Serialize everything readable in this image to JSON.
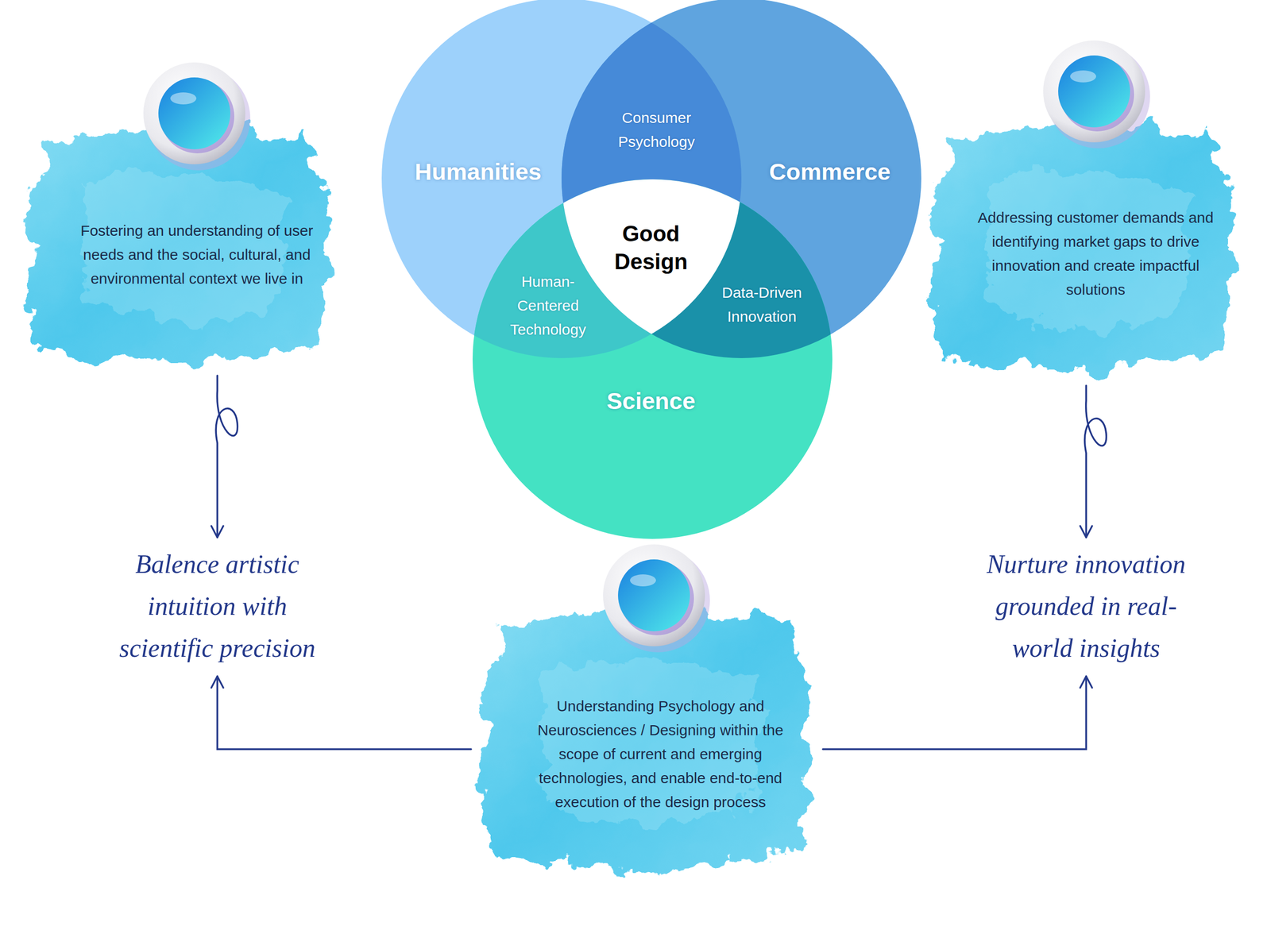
{
  "diagram": {
    "nodes": [
      {
        "text": [
          "Humanities"
        ]
      },
      {
        "text": [
          "Consumer Psychology"
        ]
      },
      {
        "text": [
          "Commerce"
        ]
      },
      {
        "text": [
          "Good Design"
        ]
      },
      {
        "text": [
          "Human-Centered Technology"
        ]
      },
      {
        "text": [
          "Data-Driven Innovation"
        ]
      },
      {
        "text": [
          "Science"
        ]
      },
      {
        "text": [
          "Fostering an understanding of user needs and the social, cultural, and environmental context we live in"
        ]
      },
      {
        "text": [
          "Addressing customer demands and identifying market gaps to drive innovation and create impactful solutions"
        ]
      },
      {
        "text": [
          "Balence artistic intuition with scientific precision"
        ]
      },
      {
        "text": [
          "Nurture innovation grounded in real-world insights"
        ]
      },
      {
        "text": [
          "Understanding Psychology and Neurosciences / Designing within the scope of current and emerging technologies, and enable end-to-end execution of the design process"
        ]
      }
    ],
    "edges": [
      {
        "from": 7,
        "to": 9,
        "arrow": "to"
      },
      {
        "from": 8,
        "to": 10,
        "arrow": "to"
      },
      {
        "from": 11,
        "to": 9,
        "arrow": "to"
      },
      {
        "from": 11,
        "to": 10,
        "arrow": "to"
      }
    ]
  }
}
